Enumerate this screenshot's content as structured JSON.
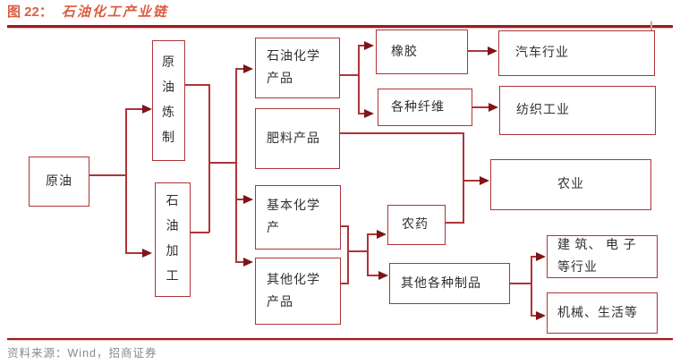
{
  "header": {
    "figure_label": "图 22：",
    "title": "石油化工产业链"
  },
  "nodes": {
    "crude_oil": {
      "label": "原油"
    },
    "refining": {
      "label": "原\n油\n炼\n制"
    },
    "processing": {
      "label": "石\n油\n加\n工"
    },
    "petrochem_products": {
      "label": "石油化学\n产品"
    },
    "fertilizer_products": {
      "label": "肥料产品"
    },
    "basic_chemicals": {
      "label": "基本化学\n产"
    },
    "other_chemicals": {
      "label": "其他化学\n产品"
    },
    "rubber": {
      "label": "橡胶"
    },
    "fibers": {
      "label": "各种纤维"
    },
    "pesticide": {
      "label": "农药"
    },
    "other_products": {
      "label": "其他各种制品"
    },
    "automotive": {
      "label": "汽车行业"
    },
    "textile": {
      "label": "纺织工业"
    },
    "agriculture": {
      "label": "农业"
    },
    "construction_electronics": {
      "label": "建 筑、 电 子\n等行业"
    },
    "machinery_life": {
      "label": "机械、生活等"
    }
  },
  "edges": [
    [
      "crude_oil",
      "refining"
    ],
    [
      "crude_oil",
      "processing"
    ],
    [
      "refining",
      "petrochem_products"
    ],
    [
      "refining",
      "basic_chemicals"
    ],
    [
      "refining",
      "other_chemicals"
    ],
    [
      "processing",
      "petrochem_products"
    ],
    [
      "processing",
      "basic_chemicals"
    ],
    [
      "processing",
      "other_chemicals"
    ],
    [
      "petrochem_products",
      "rubber"
    ],
    [
      "petrochem_products",
      "fibers"
    ],
    [
      "rubber",
      "automotive"
    ],
    [
      "fibers",
      "textile"
    ],
    [
      "fertilizer_products",
      "agriculture"
    ],
    [
      "pesticide",
      "agriculture"
    ],
    [
      "basic_chemicals",
      "pesticide"
    ],
    [
      "basic_chemicals",
      "other_products"
    ],
    [
      "other_chemicals",
      "pesticide"
    ],
    [
      "other_chemicals",
      "other_products"
    ],
    [
      "other_products",
      "construction_electronics"
    ],
    [
      "other_products",
      "machinery_life"
    ]
  ],
  "footer": {
    "source": "资料来源：Wind，招商证券"
  },
  "colors": {
    "title": "#dd5c42",
    "rule": "#9e1b1e",
    "box_border": "#ae3437",
    "arrow": "#7f1416",
    "text": "#2f2f2f",
    "source_text": "#8a8a8a"
  }
}
